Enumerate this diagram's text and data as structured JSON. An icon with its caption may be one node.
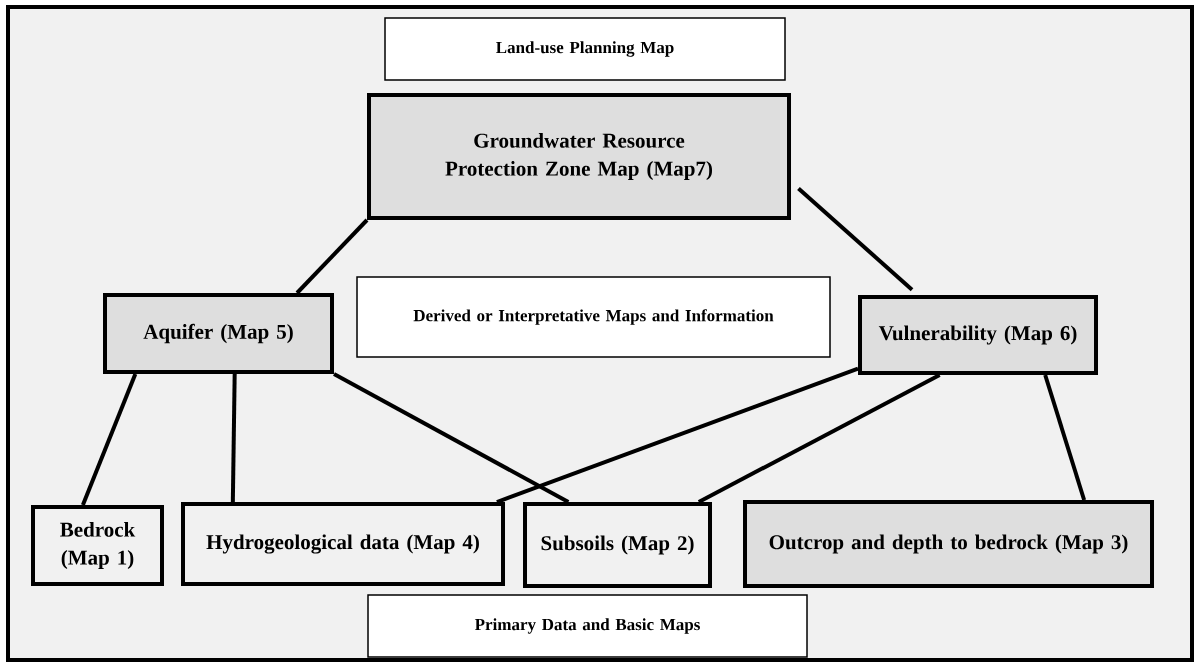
{
  "diagram": {
    "nodes": [
      {
        "text": [
          "Land-use Planning Map"
        ]
      },
      {
        "text": [
          "Groundwater Resource Protection Zone Map (Map7)"
        ]
      },
      {
        "text": [
          "Aquifer (Map 5)"
        ]
      },
      {
        "text": [
          "Derived or Interpretative Maps and Information"
        ]
      },
      {
        "text": [
          "Vulnerability (Map 6)"
        ]
      },
      {
        "text": [
          "Bedrock (Map 1)"
        ]
      },
      {
        "text": [
          "Hydrogeological data (Map 4)"
        ]
      },
      {
        "text": [
          "Subsoils (Map 2)"
        ]
      },
      {
        "text": [
          "Outcrop and depth to bedrock (Map 3)"
        ]
      },
      {
        "text": [
          "Primary Data and Basic Maps"
        ]
      }
    ],
    "edges": [
      {
        "from": 1,
        "to": 2,
        "arrow": "none"
      },
      {
        "from": 1,
        "to": 4,
        "arrow": "none"
      },
      {
        "from": 2,
        "to": 5,
        "arrow": "none"
      },
      {
        "from": 2,
        "to": 6,
        "arrow": "none"
      },
      {
        "from": 2,
        "to": 7,
        "arrow": "none"
      },
      {
        "from": 4,
        "to": 6,
        "arrow": "none"
      },
      {
        "from": 4,
        "to": 7,
        "arrow": "none"
      },
      {
        "from": 4,
        "to": 8,
        "arrow": "none"
      }
    ]
  }
}
